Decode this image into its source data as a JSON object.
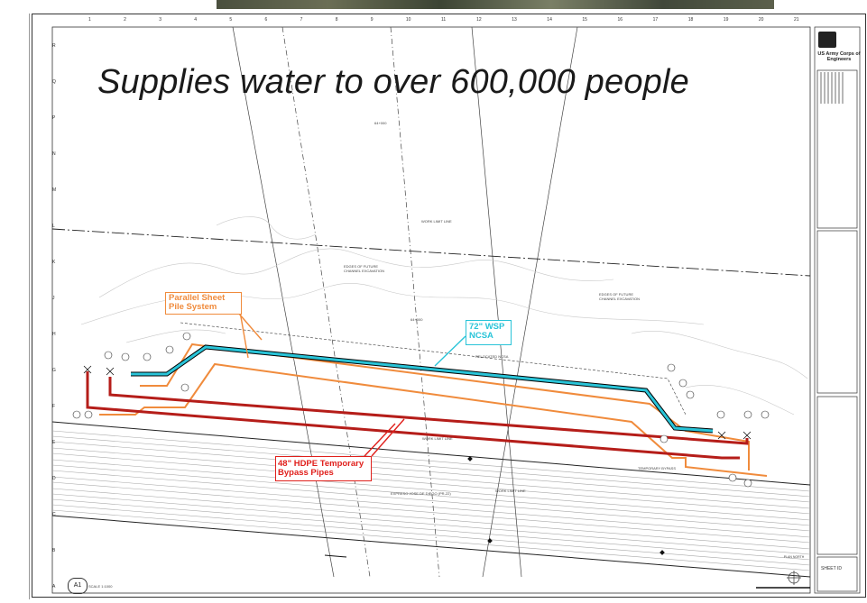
{
  "headline": "Supplies water to over 600,000 people",
  "callouts": {
    "sheet_pile": [
      "Parallel Sheet",
      "Pile System"
    ],
    "wsp": [
      "72\" WSP",
      "NCSA"
    ],
    "hdpe": [
      "48\" HDPE Temporary",
      "Bypass Pipes"
    ]
  },
  "notes": {
    "work_limit_top": "WORK LIMIT LINE",
    "edges_left": [
      "EDGES OF FUTURE",
      "CHANNEL EXCAVATION"
    ],
    "edges_right": [
      "EDGES OF FUTURE",
      "CHANNEL EXCAVATION"
    ],
    "relocated": "RELOCATED NCSA",
    "work_limit_bottom": "WORK LIMIT LINE",
    "temporary_bypass": "TEMPORARY BYPASS",
    "expreso": "EXPRESO JOSE DE DIEGO (PR-22)",
    "work_limit_road": "WORK LIMIT LINE",
    "station_top": "64+000",
    "station_mid": "64+000"
  },
  "title_block": {
    "org_name": "US Army Corps of Engineers",
    "sheet_id_label": "SHEET ID"
  },
  "plan": {
    "badge": "A1",
    "scale": "SCALE 1:1000",
    "north": "PLAN NORTH"
  },
  "grid": {
    "columns": [
      "1",
      "2",
      "3",
      "4",
      "5",
      "6",
      "7",
      "8",
      "9",
      "10",
      "11",
      "12",
      "13",
      "14",
      "15",
      "16",
      "17",
      "18",
      "19",
      "20",
      "21"
    ],
    "rows": [
      "R",
      "Q",
      "P",
      "N",
      "M",
      "L",
      "K",
      "J",
      "H",
      "G",
      "F",
      "E",
      "D",
      "C",
      "B",
      "A"
    ]
  },
  "colors": {
    "sheet_pile": "#f08b3c",
    "wsp": "#29c4d8",
    "hdpe": "#c0201c",
    "road": "#9a9a9a"
  }
}
